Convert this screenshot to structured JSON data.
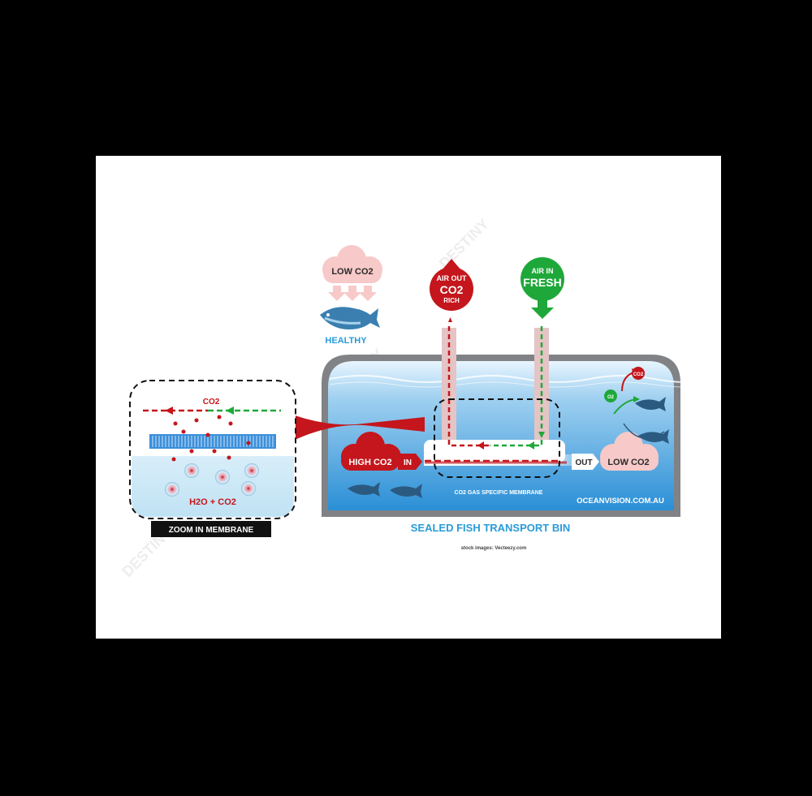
{
  "labels": {
    "low_co2_top": "LOW CO2",
    "healthy": "HEALTHY",
    "air_out_line1": "AIR OUT",
    "air_out_line2": "CO2",
    "air_out_line3": "RICH",
    "air_in_line1": "AIR IN",
    "air_in_line2": "FRESH",
    "zoom_co2": "CO2",
    "zoom_h2o": "H2O + CO2",
    "zoom_caption": "ZOOM IN MEMBRANE",
    "high_co2": "HIGH CO2",
    "in": "IN",
    "out": "OUT",
    "low_co2_right": "LOW CO2",
    "membrane_caption": "CO2 GAS SPECIFIC MEMBRANE",
    "website": "OCEANVISION.COM.AU",
    "bubble_co2": "CO2",
    "bubble_o2": "O2",
    "bin_title": "SEALED FISH TRANSPORT BIN",
    "credit": "stock images: Vecteezy.com"
  },
  "watermark": "DESTINY",
  "colors": {
    "red": "#c4161c",
    "green": "#1fa83a",
    "pink": "#f7c9c9",
    "pink_text": "#2a2a2a",
    "water_top": "#dcefff",
    "water_bottom": "#2b93d8",
    "tank_frame": "#808285",
    "title_blue": "#2a9bd8",
    "membrane_blue": "#3b8fd9"
  }
}
